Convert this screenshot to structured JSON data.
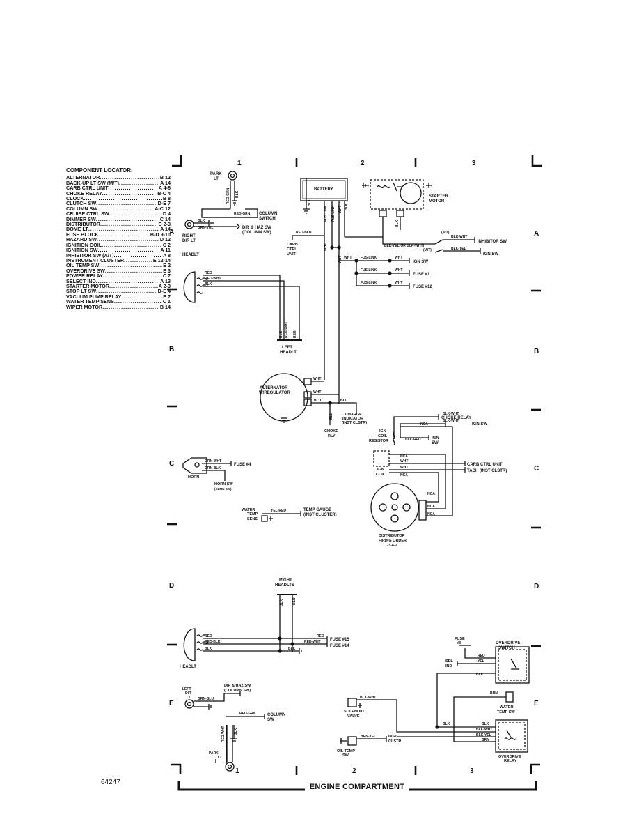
{
  "columns": [
    "1",
    "2",
    "3"
  ],
  "rows": [
    "A",
    "B",
    "C",
    "D",
    "E"
  ],
  "locator": {
    "title": "COMPONENT LOCATOR:",
    "items": [
      {
        "name": "ALTERNATOR",
        "ref": "B 12"
      },
      {
        "name": "BACK-UP LT SW (M/T)",
        "ref": "A 14"
      },
      {
        "name": "CARB CTRL UNIT",
        "ref": "A 4-6"
      },
      {
        "name": "CHOKE RELAY",
        "ref": "B-C 4"
      },
      {
        "name": "CLOCK",
        "ref": "B 8"
      },
      {
        "name": "CLUTCH SW",
        "ref": "D-E 7"
      },
      {
        "name": "COLUMN SW",
        "ref": "A-C 12"
      },
      {
        "name": "CRUISE CTRL SW",
        "ref": "D 4"
      },
      {
        "name": "DIMMER SW",
        "ref": "C 14"
      },
      {
        "name": "DISTRIBUTOR",
        "ref": "C 2-3"
      },
      {
        "name": "DOME LT",
        "ref": "A 14"
      },
      {
        "name": "FUSE BLOCK",
        "ref": "B-D 9-10"
      },
      {
        "name": "HAZARD SW",
        "ref": "D 12"
      },
      {
        "name": "IGNITION COIL",
        "ref": "C 2"
      },
      {
        "name": "IGNITION SW",
        "ref": "A 11"
      },
      {
        "name": "INHIBITOR SW (A/T)",
        "ref": "A 8"
      },
      {
        "name": "INSTRUMENT CLUSTER",
        "ref": "E 12-14"
      },
      {
        "name": "OIL TEMP SW",
        "ref": "E 2"
      },
      {
        "name": "OVERDRIVE SW",
        "ref": "E 3"
      },
      {
        "name": "POWER RELAY",
        "ref": "C 7"
      },
      {
        "name": "SELECT IND",
        "ref": "A 13"
      },
      {
        "name": "STARTER MOTOR",
        "ref": "A 2-3"
      },
      {
        "name": "STOP LT SW",
        "ref": "D-E 4"
      },
      {
        "name": "VACUUM PUMP RELAY",
        "ref": "E 7"
      },
      {
        "name": "WATER TEMP SENS",
        "ref": "C 1"
      },
      {
        "name": "WIPER MOTOR",
        "ref": "B 14"
      }
    ]
  },
  "components": {
    "park_lt": "PARK",
    "park_lt2": "LT",
    "battery": "BATTERY",
    "starter": "STARTER",
    "starter2": "MOTOR",
    "column_switch": "COLUMN",
    "column_switch2": "SWITCH",
    "dir_haz_sw": "DIR & HAZ SW",
    "dir_haz_sw2": "(COLUMN SW)",
    "right_dir_lt": "RIGHT",
    "right_dir_lt2": "DIR LT",
    "headlt_label": "HEADLT",
    "carb_ctrl": "CARB",
    "carb_ctrl2": "CTRL",
    "carb_ctrl3": "UNIT",
    "inhibitor_sw": "INHIBITOR SW",
    "at_label": "(A/T)",
    "mt_label": "(M/T)",
    "ign_sw_a": "IGN SW",
    "ign_sw_b": "IGN SW",
    "fuse_1": "FUSE #1",
    "fuse_12": "FUSE #12",
    "left_headlt": "LEFT",
    "left_headlt2": "HEADLT",
    "alternator": "ALTERNATOR",
    "alternator2": "W/REGULATOR",
    "charge_ind": "CHARGE",
    "charge_ind2": "INDICATOR",
    "charge_ind3": "(INST CLSTR)",
    "choke_rly": "CHOKE",
    "choke_rly2": "RLY",
    "choke_relay": "CHOKE RELAY",
    "ign_sw_c": "IGN SW",
    "ign_coil_res": "IGN",
    "ign_coil_res2": "COIL",
    "ign_coil_res3": "RESISTOR",
    "ign_sw_d": "IGN",
    "ign_sw_d2": "SW",
    "ign_coil": "IGN",
    "ign_coil2": "COIL",
    "carb_ctrl_unit": "CARB CTRL UNIT",
    "tach": "TACH (INST CLSTR)",
    "fuse_4": "FUSE #4",
    "horn": "HORN",
    "horn_sw": "HORN SW",
    "horn_sw2": "(CLMN SW)",
    "water_temp": "WATER",
    "water_temp2": "TEMP",
    "water_temp3": "SENS",
    "temp_gauge": "TEMP GAUGE",
    "temp_gauge2": "(INST CLUSTER)",
    "distributor": "DISTRIBUTOR",
    "distributor2": "FIRING ORDER",
    "distributor3": "1-3-4-2",
    "right_headlts": "RIGHT",
    "right_headlts2": "HEADLTS",
    "fuse_15": "FUSE #15",
    "fuse_14": "FUSE #14",
    "headlt_d": "HEADLT",
    "fuse_8": "FUSE",
    "fuse_8b": "#8",
    "overdrive_switch": "OVERDRIVE",
    "overdrive_switch2": "SWITCH",
    "sel_ind": "SEL",
    "sel_ind2": "IND",
    "water_temp_sw": "WATER",
    "water_temp_sw2": "TEMP SW",
    "left_dir_lt": "LEFT",
    "left_dir_lt2": "DIR",
    "left_dir_lt3": "LT",
    "dir_haz_e": "DIR & HAZ SW",
    "dir_haz_e2": "(COLUMN SW)",
    "solenoid": "SOLENOID",
    "solenoid2": "VALVE",
    "column_sw_e": "COLUMN",
    "column_sw_e2": "SW",
    "inst_clstr": "INST",
    "inst_clstr2": "CLSTR",
    "oil_temp": "OIL TEMP",
    "oil_temp2": "SW",
    "park_lt_e": "PARK",
    "park_lt_e2": "LT",
    "overdrive_relay": "OVERDRIVE",
    "overdrive_relay2": "RELAY"
  },
  "wires": {
    "red_grn": "RED-GRN",
    "blk": "BLK",
    "grn_yel": "GRN-YEL",
    "red_blu": "RED-BLU",
    "fus_link": "FUS LINK",
    "wht": "WHT",
    "blk_yel": "BLK-YEL(OR BLK-WHT)",
    "blk_wht": "BLK-WHT",
    "red": "RED",
    "red_wht": "RED-WHT",
    "blu": "BLU",
    "nca": "NCA",
    "blk_red": "BLK-RED",
    "grn_wht": "GRN-WHT",
    "grn_blk": "GRN-BLK",
    "yel_red": "YEL-RED",
    "red_blk": "RED-BLK",
    "yel": "YEL",
    "brn": "BRN",
    "grn_blu": "GRN-BLU",
    "brn_yel": "BRN-YEL",
    "blk_yel2": "BLK-YEL"
  },
  "footer": {
    "doc_number": "64247",
    "title": "ENGINE COMPARTMENT"
  }
}
